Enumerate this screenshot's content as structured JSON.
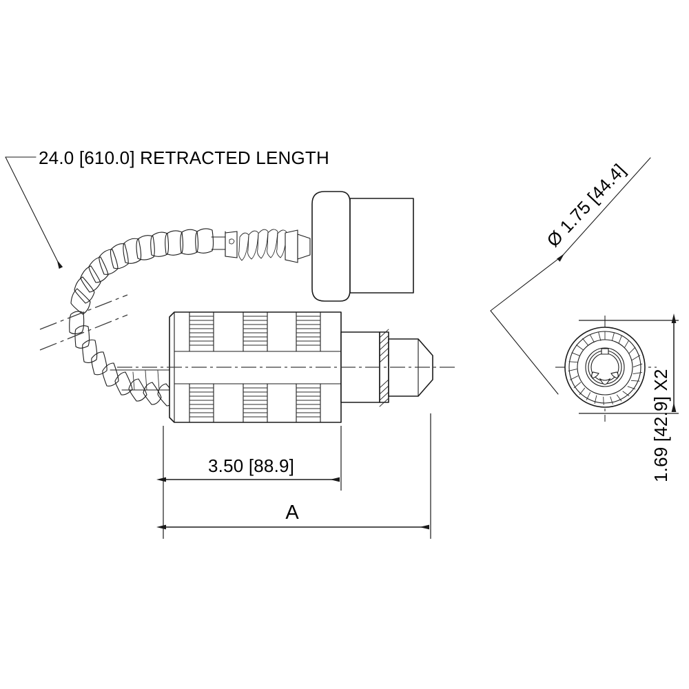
{
  "drawing": {
    "title": "Coiled cable connector assembly technical drawing",
    "background_color": "#ffffff",
    "line_color": "#1a1a1a",
    "units_note": "inches [millimeters]"
  },
  "annotations": {
    "retracted_length": {
      "label": "24.0 [610.0] RETRACTED LENGTH",
      "value_in": "24.0",
      "value_mm": "610.0",
      "leader_from": "text",
      "leader_to": "coiled-cable"
    },
    "body_length": {
      "label": "3.50 [88.9]",
      "value_in": "3.50",
      "value_mm": "88.9"
    },
    "overall_length": {
      "label": "A"
    },
    "diameter": {
      "label": "Ø 1.75 [44.4]",
      "value_in": "1.75",
      "value_mm": "44.4",
      "rotation_deg": -45
    },
    "flat_dimension": {
      "label": "1.69 [42.9] X2",
      "value_in": "1.69",
      "value_mm": "42.9",
      "quantity": "X2",
      "rotation_deg": -90
    }
  },
  "views": {
    "side_view": {
      "name": "side-view",
      "parts": [
        "coiled-cable",
        "strain-relief-spring",
        "plug-collar",
        "plug-body",
        "connector-barrel",
        "knurl-band-1",
        "knurl-band-2",
        "knurl-band-3",
        "threaded-section",
        "conical-nose"
      ]
    },
    "end_view": {
      "name": "end-view",
      "parts": [
        "outer-ring",
        "radial-knurl-ring",
        "inner-socket",
        "keyway-slots",
        "center-lines"
      ]
    }
  }
}
